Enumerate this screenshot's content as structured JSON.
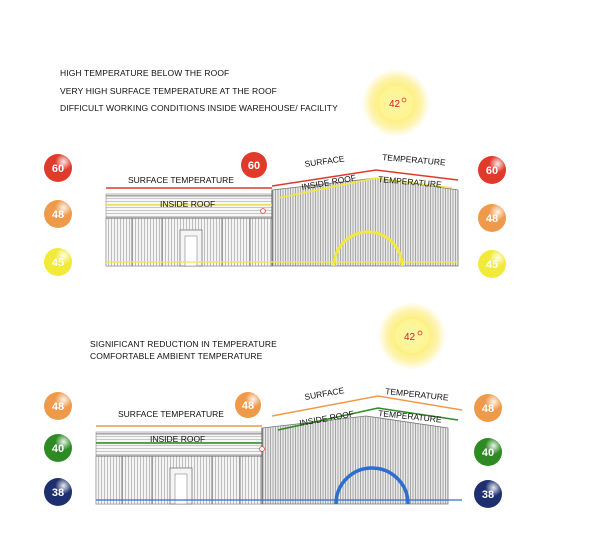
{
  "colors": {
    "hot_red": "#e03a2a",
    "warm_orange": "#ef9a4a",
    "hot_yellow": "#f2ea3a",
    "cool_green": "#2e8b23",
    "cool_navy": "#1d2f6e",
    "blue_arch": "#2d6fd0",
    "sun_yellow": "#fbe96a"
  },
  "before": {
    "notes": [
      "HIGH TEMPERATURE BELOW THE ROOF",
      "VERY HIGH SURFACE TEMPERATURE AT THE ROOF",
      "DIFFICULT WORKING CONDITIONS INSIDE WAREHOUSE/ FACILITY"
    ],
    "sun_value": "42",
    "left_badges": [
      "60",
      "48",
      "45"
    ],
    "right_badges": [
      "60",
      "48",
      "45"
    ],
    "roof_badge": "60",
    "labels": {
      "surface_temperature": "SURFACE  TEMPERATURE",
      "inside_roof_left": "INSIDE ROOF",
      "surface": "SURFACE",
      "temperature_top": "TEMPERATURE",
      "inside_roof_right": "INSIDE ROOF",
      "temperature_bottom": "TEMPERATURE"
    }
  },
  "after": {
    "notes": [
      "SIGNIFICANT REDUCTION IN TEMPERATURE",
      "COMFORTABLE AMBIENT TEMPERATURE"
    ],
    "sun_value": "42",
    "left_badges": [
      "48",
      "40",
      "38"
    ],
    "right_badges": [
      "48",
      "40",
      "38"
    ],
    "roof_badge": "48",
    "labels": {
      "surface_temperature": "SURFACE  TEMPERATURE",
      "inside_roof_left": "INSIDE ROOF",
      "surface": "SURFACE",
      "temperature_top": "TEMPERATURE",
      "inside_roof_right": "INSIDE ROOF",
      "temperature_bottom": "TEMPERATURE"
    }
  }
}
